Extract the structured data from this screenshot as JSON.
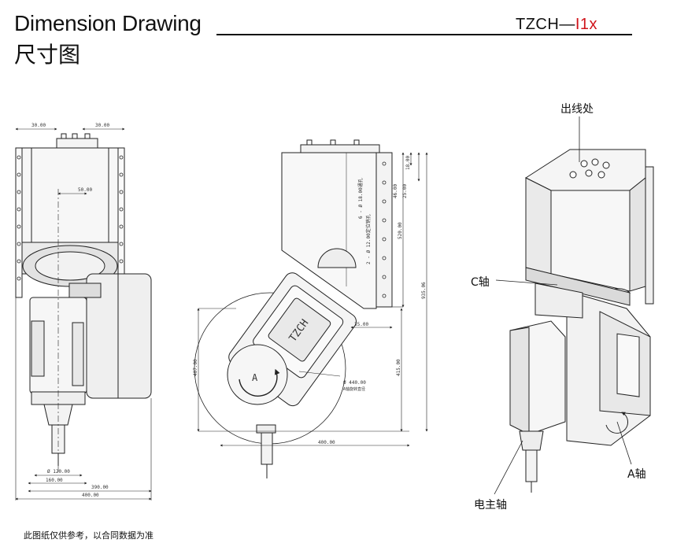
{
  "header": {
    "title_en": "Dimension Drawing",
    "title_cn": "尺寸图",
    "model_prefix": "TZCH—",
    "model_suffix": "I1x"
  },
  "callouts": {
    "outlet": "出线处",
    "c_axis": "C轴",
    "a_axis": "A轴",
    "spindle": "电主轴"
  },
  "front_view": {
    "dim_top_left": "30.00",
    "dim_top_right": "30.00",
    "dim_offset": "50.00",
    "dim_d120": "Ø 120.00",
    "dim_160": "160.00",
    "dim_390": "390.00",
    "dim_400": "400.00"
  },
  "side_view": {
    "dim_18": "18.00",
    "dim_46": "46.00",
    "dim_25": "25.00",
    "dim_520": "520.00",
    "dim_935": "935.06",
    "dim_415": "415.00",
    "dim_35": "35.00",
    "dim_407": "407.00",
    "dim_400": "400.00",
    "dim_d440": "Ø 440.00",
    "note_holes_6": "6 - Ø 18.00通孔",
    "note_holes_2": "2 - Ø 12.00定位销孔",
    "note_rotation": "A轴旋转直径",
    "logo": "TZCH"
  },
  "footer": {
    "note": "此图纸仅供参考，以合同数据为准"
  }
}
